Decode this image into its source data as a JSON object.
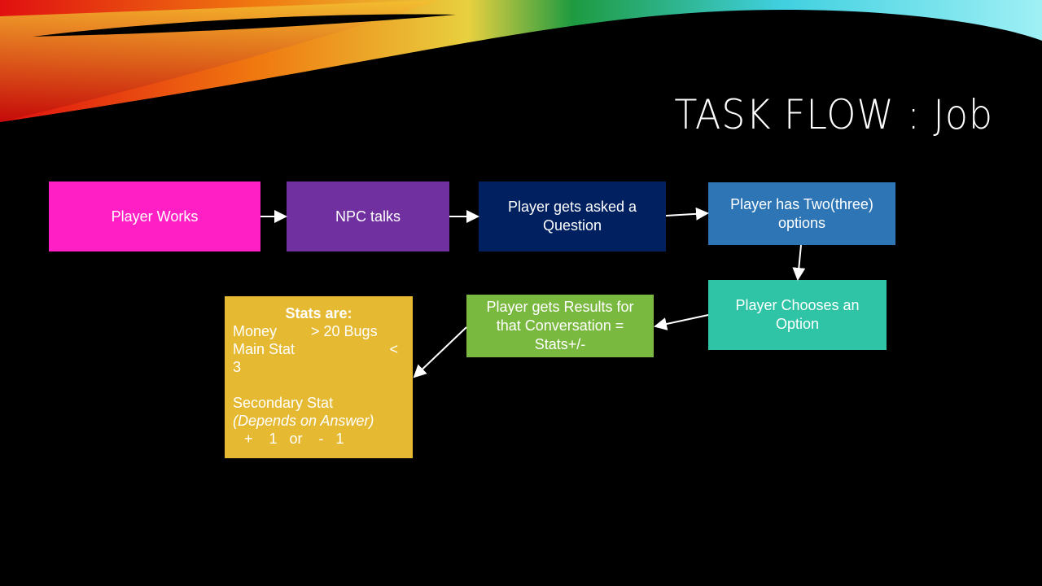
{
  "slide": {
    "title": "TASK FLOW : Job"
  },
  "boxes": [
    {
      "id": "player-works",
      "label": "Player Works",
      "color": "#FF1FC4"
    },
    {
      "id": "npc-talks",
      "label": "NPC talks",
      "color": "#7030A0"
    },
    {
      "id": "asked-question",
      "label": "Player gets asked a Question",
      "color": "#002060"
    },
    {
      "id": "two-options",
      "label": "Player has Two(three) options",
      "color": "#2E75B6"
    },
    {
      "id": "chooses-option",
      "label": "Player Chooses an Option",
      "color": "#2EC4A5"
    },
    {
      "id": "gets-results",
      "label": "Player gets Results for that Conversation = Stats+/-",
      "color": "#7AB940"
    }
  ],
  "stats": {
    "color": "#E6B932",
    "heading": "Stats are:",
    "money_label": "Money",
    "money_value": "> 20 Bugs",
    "main_label": "Main Stat",
    "main_value_a": "<",
    "main_value_b": "3",
    "secondary_label": "Secondary Stat",
    "secondary_note": "(Depends on Answer)",
    "secondary_value": "+    1   or    -   1"
  }
}
